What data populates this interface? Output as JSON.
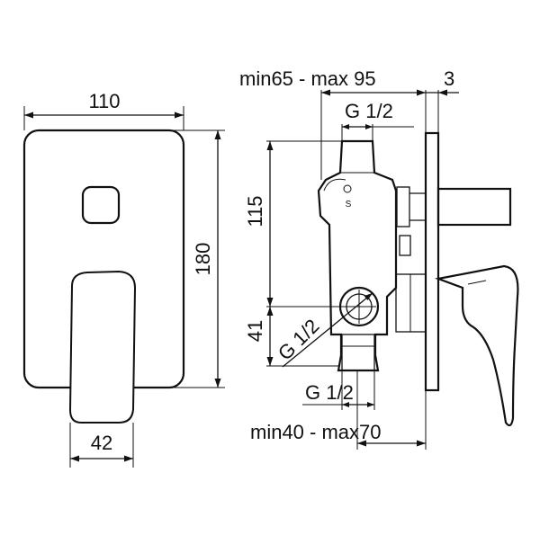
{
  "front_view": {
    "width_label": "110",
    "height_label": "180",
    "handle_width_label": "42"
  },
  "side_view": {
    "depth_top_label": "min65 - max 95",
    "plate_thickness_label": "3",
    "thread_top_label": "G 1/2",
    "height_upper_label": "115",
    "height_lower_label": "41",
    "thread_side_label": "G 1/2",
    "thread_bottom_label": "G 1/2",
    "depth_bottom_label": "min40 - max70",
    "body_mark": "S"
  }
}
